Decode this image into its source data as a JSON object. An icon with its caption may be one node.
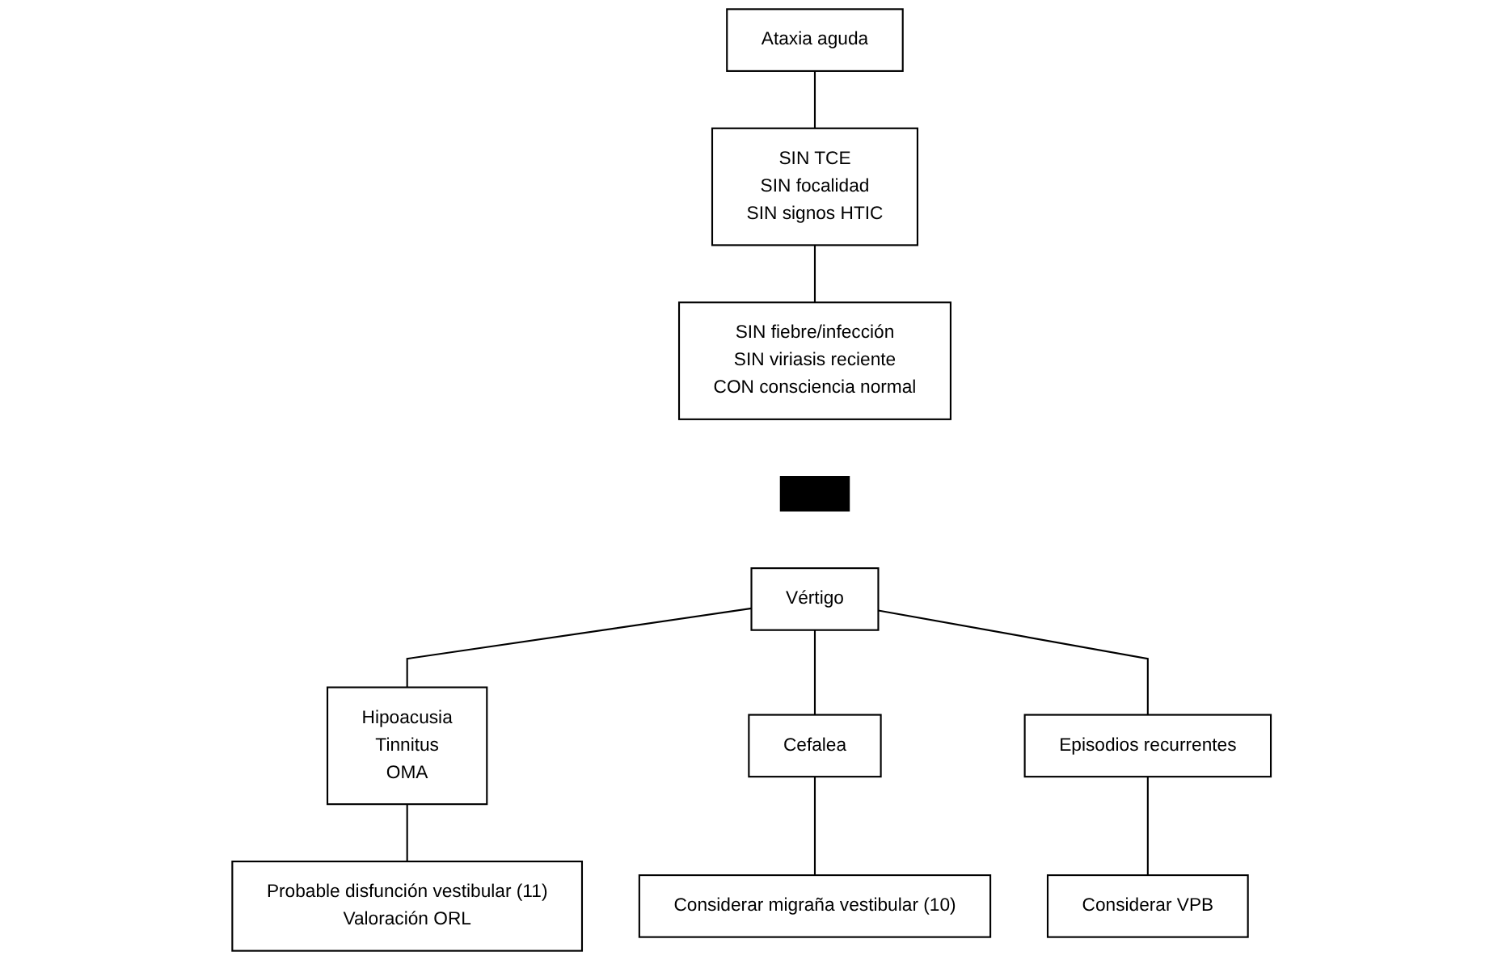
{
  "diagram": {
    "nodes": [
      {
        "text": [
          "Ataxia aguda"
        ]
      },
      {
        "text": [
          "SIN TCE",
          "SIN focalidad",
          "SIN signos HTIC"
        ]
      },
      {
        "text": [
          "SIN fiebre/infección",
          "SIN viriasis reciente",
          "CON consciencia normal"
        ]
      },
      {
        "text": [],
        "shape": "cross"
      },
      {
        "text": [
          "Vértigo"
        ]
      },
      {
        "text": [
          "Hipoacusia",
          "Tinnitus",
          "OMA"
        ]
      },
      {
        "text": [
          "Cefalea"
        ]
      },
      {
        "text": [
          "Episodios recurrentes"
        ]
      },
      {
        "text": [
          "Probable disfunción vestibular (11)",
          "Valoración ORL"
        ]
      },
      {
        "text": [
          "Considerar migraña vestibular (10)"
        ]
      },
      {
        "text": [
          "Considerar VPB"
        ]
      }
    ],
    "edges": [
      {
        "from": 0,
        "to": 1,
        "arrow": "none"
      },
      {
        "from": 1,
        "to": 2,
        "arrow": "none"
      },
      {
        "from": 4,
        "to": 5,
        "arrow": "none"
      },
      {
        "from": 4,
        "to": 6,
        "arrow": "none"
      },
      {
        "from": 4,
        "to": 7,
        "arrow": "none"
      },
      {
        "from": 5,
        "to": 8,
        "arrow": "none"
      },
      {
        "from": 6,
        "to": 9,
        "arrow": "none"
      },
      {
        "from": 7,
        "to": 10,
        "arrow": "none"
      }
    ]
  }
}
